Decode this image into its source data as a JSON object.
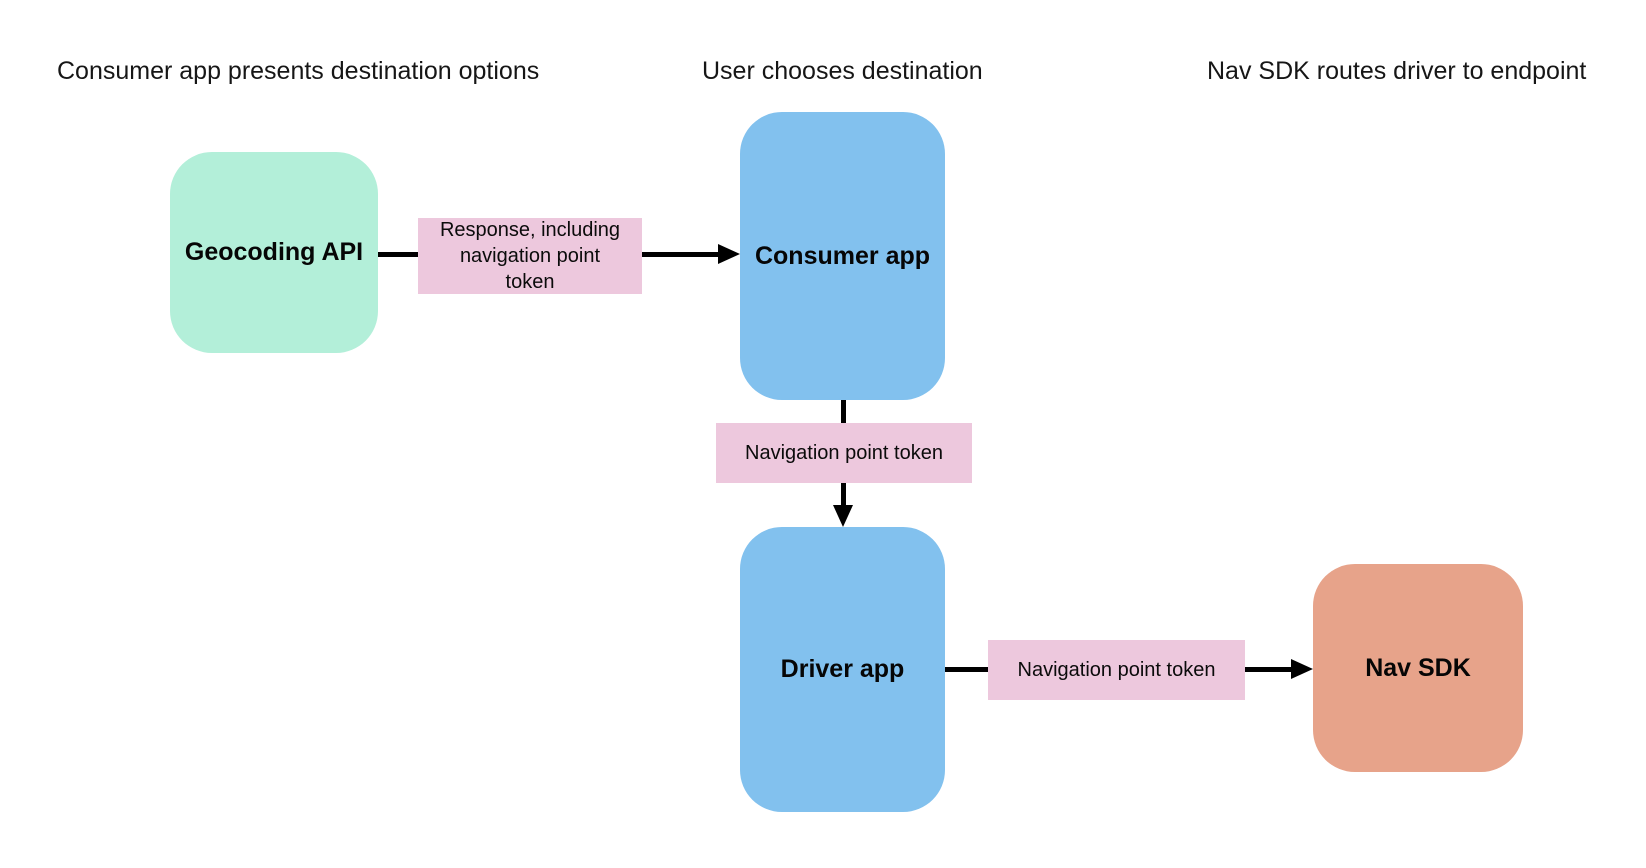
{
  "diagram": {
    "headers": [
      {
        "label": "Consumer app presents destination options"
      },
      {
        "label": "User chooses destination"
      },
      {
        "label": "Nav SDK routes driver to endpoint"
      }
    ],
    "nodes": [
      {
        "id": "geocoding-api",
        "label": "Geocoding API",
        "fill": "#b3efd9"
      },
      {
        "id": "consumer-app",
        "label": "Consumer app",
        "fill": "#82c1ee"
      },
      {
        "id": "driver-app",
        "label": "Driver app",
        "fill": "#82c1ee"
      },
      {
        "id": "nav-sdk",
        "label": "Nav SDK",
        "fill": "#e7a38a"
      }
    ],
    "edges": [
      {
        "from": "Geocoding API",
        "to": "Consumer app",
        "label": "Response, including navigation point token",
        "label_fill": "#edc8dd"
      },
      {
        "from": "Consumer app",
        "to": "Driver app",
        "label": "Navigation point token",
        "label_fill": "#edc8dd"
      },
      {
        "from": "Driver app",
        "to": "Nav SDK",
        "label": "Navigation point token",
        "label_fill": "#edc8dd"
      }
    ],
    "colors": {
      "background": "#ffffff",
      "arrow": "#000000",
      "text": "#161616"
    }
  }
}
